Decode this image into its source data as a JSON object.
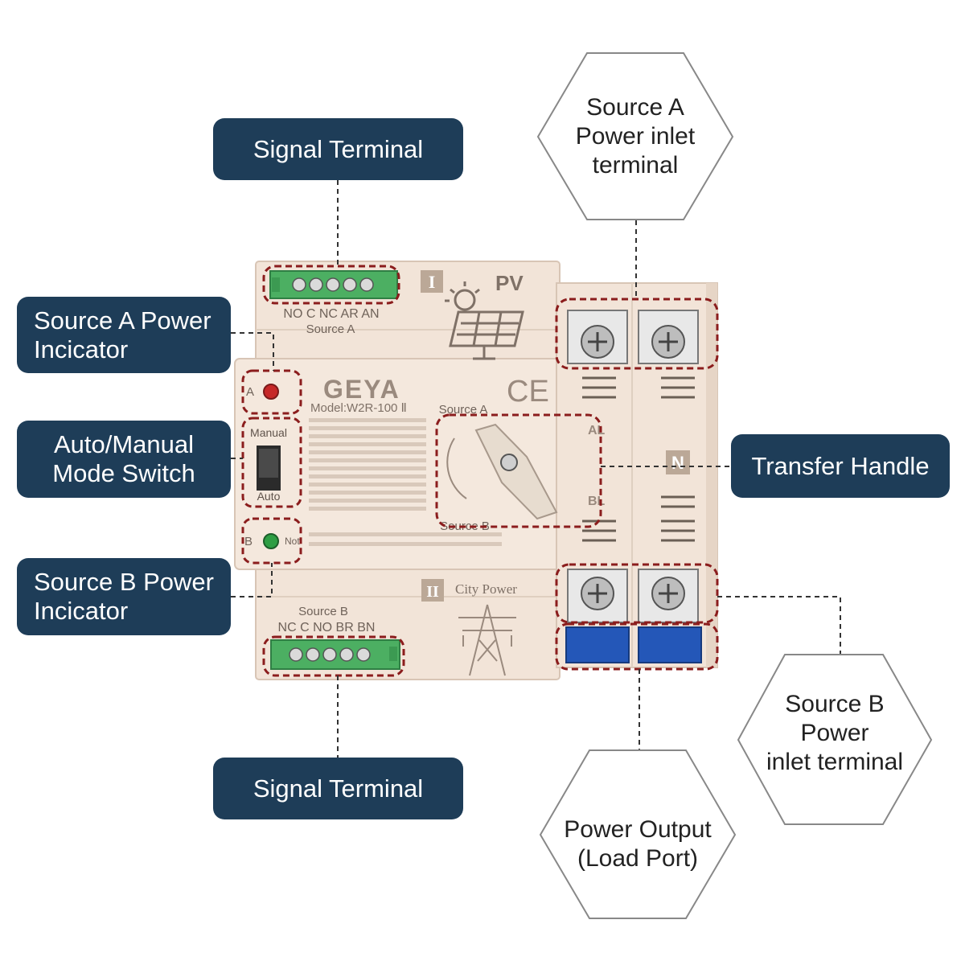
{
  "callouts": {
    "signal_terminal_top": "Signal Terminal",
    "signal_terminal_bottom": "Signal Terminal",
    "source_a_indicator": [
      "Source A Power",
      "Incicator"
    ],
    "mode_switch": [
      "Auto/Manual",
      "Mode Switch"
    ],
    "source_b_indicator": [
      "Source B Power",
      "Incicator"
    ],
    "transfer_handle": "Transfer Handle"
  },
  "hexagons": {
    "source_a_inlet": [
      "Source A",
      "Power inlet",
      "terminal"
    ],
    "source_b_inlet": [
      "Source B",
      "Power",
      "inlet terminal"
    ],
    "power_output": [
      "Power Output",
      "(Load Port)"
    ]
  },
  "device": {
    "brand": "GEYA",
    "model": "Model:W2R-100 Ⅱ",
    "ce_mark": "CE",
    "section_i": "I",
    "pv_label": "PV",
    "section_ii": "II",
    "city_power": "City Power",
    "top_terminal_pins": "NO C NC AR AN",
    "top_terminal_source": "Source A",
    "bottom_terminal_source": "Source B",
    "bottom_terminal_pins": "NC C NO BR BN",
    "indicator_a": "A",
    "indicator_b": "B",
    "note_label": "Not",
    "mode_manual": "Manual",
    "mode_auto": "Auto",
    "handle_source_a": "Source A",
    "handle_source_b": "Source B",
    "marker_al": "AL",
    "marker_n": "N",
    "marker_bl": "BL"
  },
  "colors": {
    "callout_bg": "#1e3d58",
    "device_body": "#f2e4d8",
    "dashed_highlight": "#8b1d1d",
    "terminal_green": "#4caf62",
    "load_port_blue": "#2457b8",
    "indicator_red": "#c62828",
    "indicator_green": "#2e9e44"
  }
}
